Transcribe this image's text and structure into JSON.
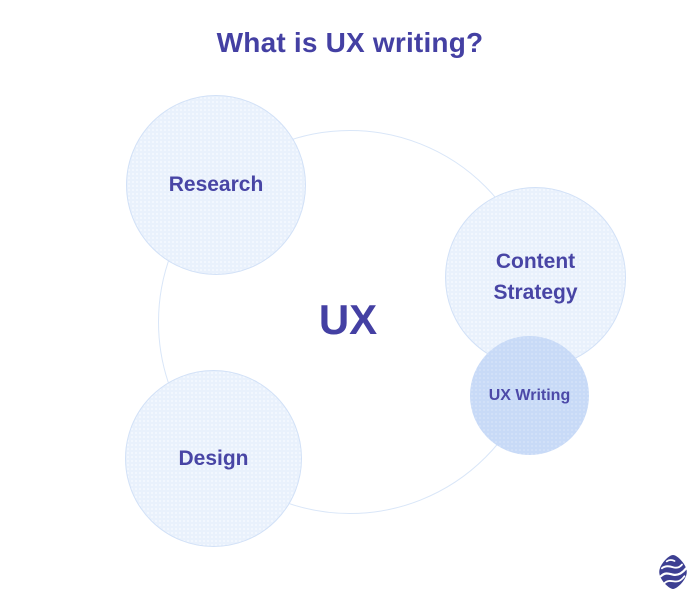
{
  "title": "What is UX writing?",
  "diagram": {
    "center_label": "UX",
    "circles": [
      {
        "id": "research",
        "label": "Research",
        "highlighted": false
      },
      {
        "id": "content-strategy",
        "label": "Content Strategy",
        "highlighted": false
      },
      {
        "id": "ux-writing",
        "label": "UX Writing",
        "highlighted": true
      },
      {
        "id": "design",
        "label": "Design",
        "highlighted": false
      }
    ],
    "colors": {
      "title_text": "#4440a3",
      "label_text": "#4845a5",
      "bubble_fill": "#e9f1fc",
      "bubble_border": "#d2e1f7",
      "highlight_fill": "#c8daf7",
      "outline_circle_border": "#d9e6f8",
      "logo": "#3d3f92"
    }
  },
  "footer": {
    "logo_icon": "wave-globe-logo-icon"
  }
}
